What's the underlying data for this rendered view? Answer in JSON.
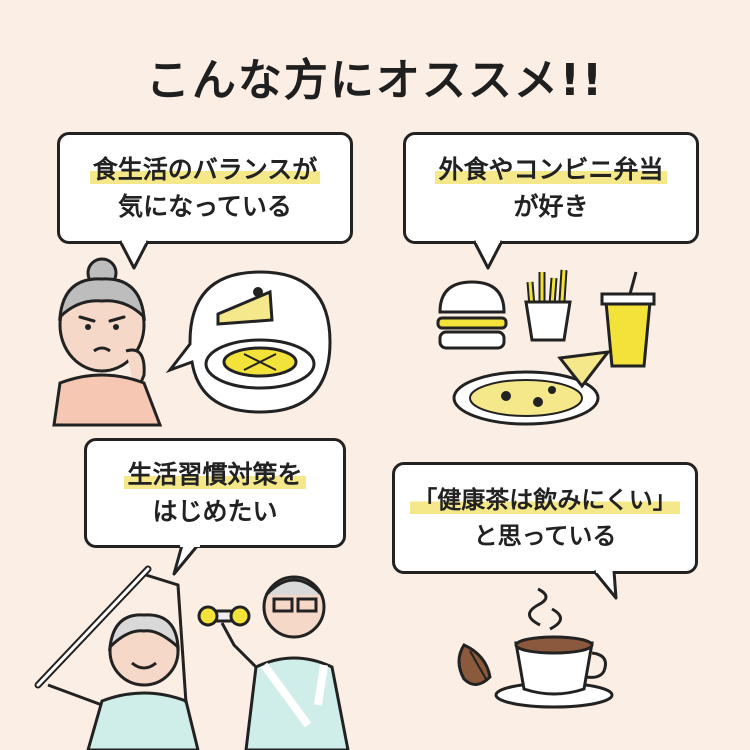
{
  "title": "こんな方にオススメ!!",
  "items": [
    {
      "line1": "食生活のバランスが",
      "line2": "気になっている"
    },
    {
      "line1": "外食やコンビニ弁当",
      "line2": "が好き"
    },
    {
      "line1": "生活習慣対策を",
      "line2": "はじめたい"
    },
    {
      "line1": "「健康茶は飲みにくい」",
      "line2": "と思っている"
    }
  ],
  "colors": {
    "background": "#fbeee5",
    "highlight": "#f5e88a",
    "accent_yellow": "#f2e23a",
    "ink": "#222222"
  }
}
